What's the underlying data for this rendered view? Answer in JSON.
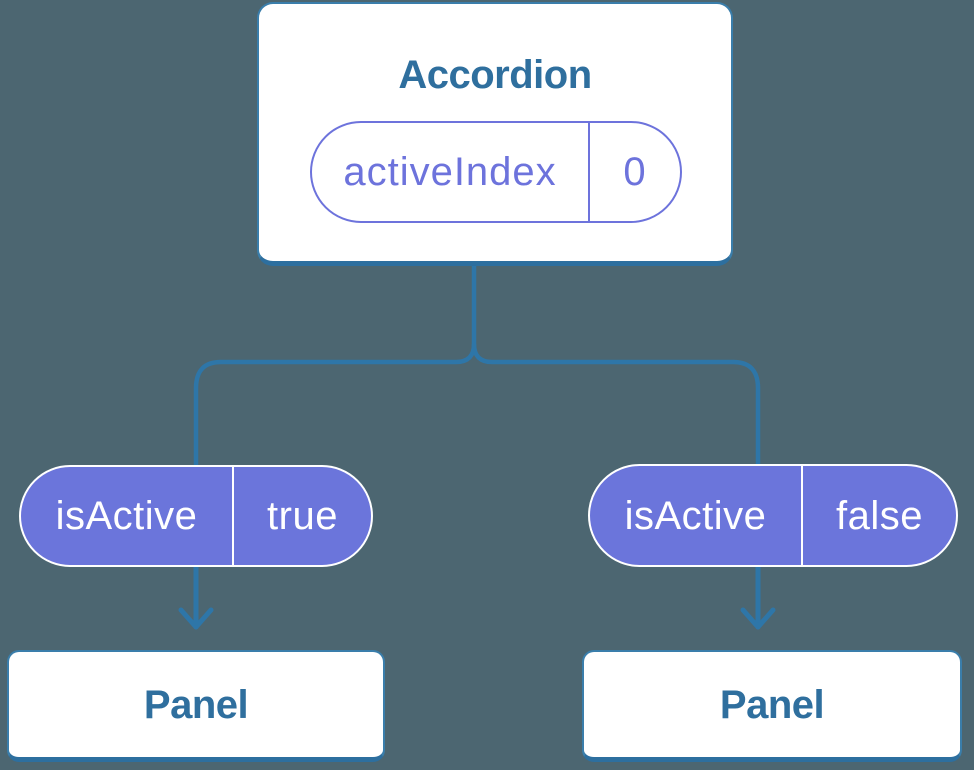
{
  "colors": {
    "background": "#4c6671",
    "connector": "#2e76a8",
    "card_bg": "#ffffff",
    "card_border": "#3a7eab",
    "card_border_bottom": "#2d6f9f",
    "heading_text": "#2f6f9e",
    "purple_fill": "#6b75db",
    "purple_outline": "#6d73dc",
    "pill_text_light": "#ffffff"
  },
  "accordion": {
    "title": "Accordion",
    "state_pill": {
      "name": "activeIndex",
      "value": "0"
    }
  },
  "children": [
    {
      "prop_pill": {
        "name": "isActive",
        "value": "true"
      },
      "panel_title": "Panel"
    },
    {
      "prop_pill": {
        "name": "isActive",
        "value": "false"
      },
      "panel_title": "Panel"
    }
  ]
}
